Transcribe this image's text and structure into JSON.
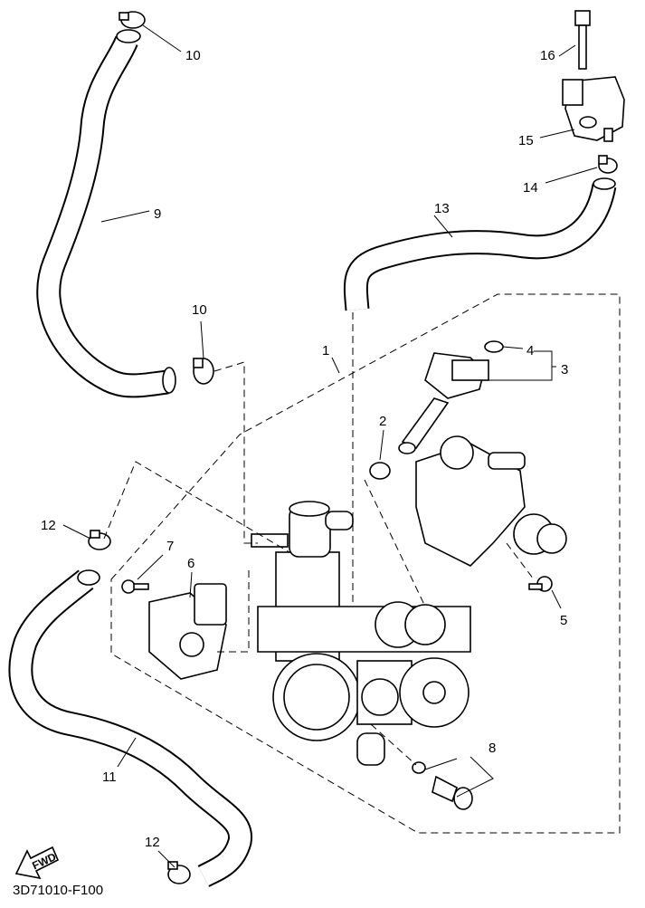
{
  "diagram": {
    "callouts": [
      "1",
      "2",
      "3",
      "4",
      "5",
      "6",
      "7",
      "8",
      "9",
      "10",
      "10",
      "11",
      "12",
      "12",
      "13",
      "14",
      "15",
      "16"
    ],
    "fwd_label": "FWD",
    "code": "3D71010-F100"
  },
  "colors": {
    "ink": "#000000",
    "paper": "#ffffff"
  }
}
